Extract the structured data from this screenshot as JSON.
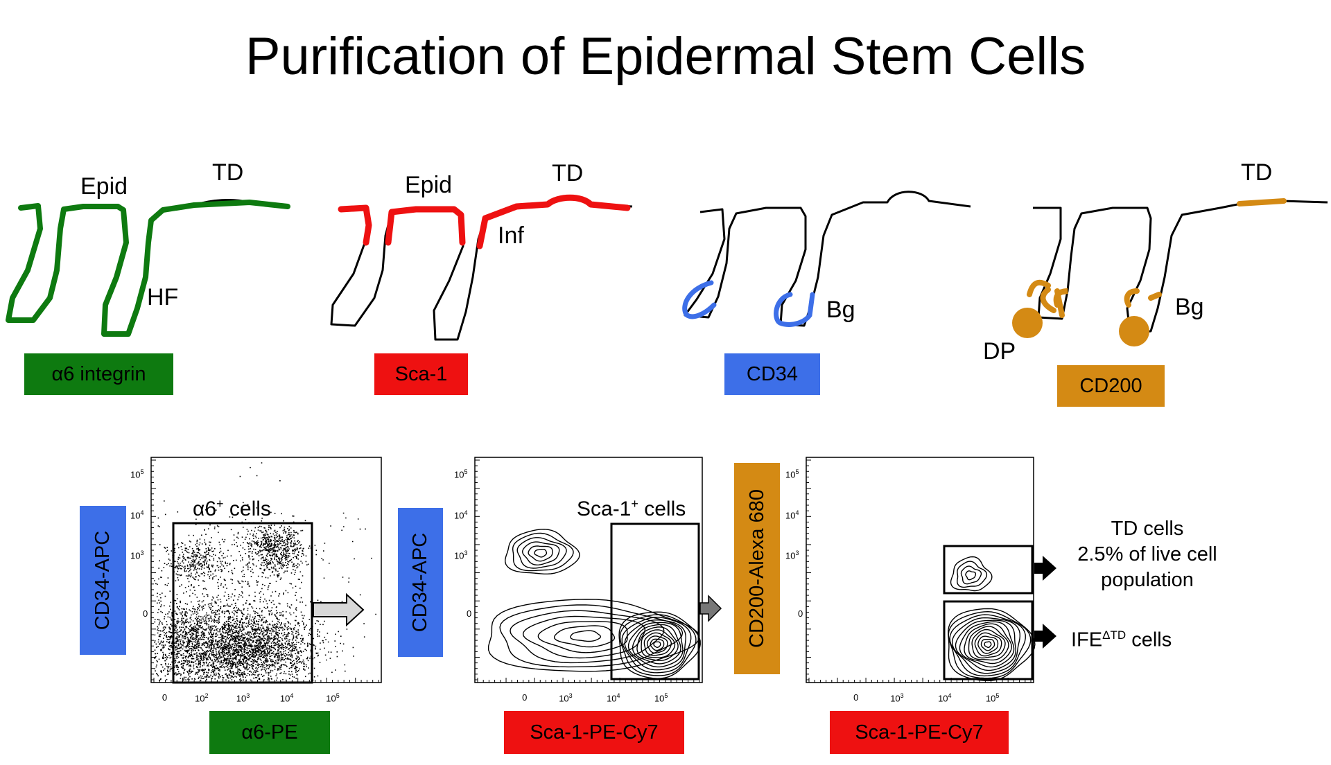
{
  "title": "Purification of Epidermal Stem Cells",
  "colors": {
    "green": "#0e7a10",
    "red": "#ee1111",
    "blue": "#3d6fe8",
    "orange": "#d48a14",
    "black": "#000000"
  },
  "schematics": [
    {
      "marker": "α6 integrin",
      "color": "green",
      "labels": {
        "epid": "Epid",
        "td": "TD",
        "hf": "HF"
      }
    },
    {
      "marker": "Sca-1",
      "color": "red",
      "labels": {
        "epid": "Epid",
        "td": "TD",
        "inf": "Inf"
      }
    },
    {
      "marker": "CD34",
      "color": "blue",
      "labels": {
        "bg": "Bg"
      }
    },
    {
      "marker": "CD200",
      "color": "orange",
      "labels": {
        "td": "TD",
        "bg": "Bg",
        "dp": "DP"
      }
    }
  ],
  "plots": [
    {
      "type": "dot-plot",
      "y_axis_label": "CD34-APC",
      "x_axis_label": "α6-PE",
      "y_ticks": [
        "10^5",
        "10^4",
        "10^3",
        "0"
      ],
      "x_ticks": [
        "0",
        "10^2",
        "10^3",
        "10^4",
        "10^5"
      ],
      "gate": {
        "name": "α6",
        "sup": "+",
        "suffix": " cells"
      }
    },
    {
      "type": "contour-plot",
      "y_axis_label": "CD34-APC",
      "x_axis_label": "Sca-1-PE-Cy7",
      "y_ticks": [
        "10^5",
        "10^4",
        "10^3",
        "0"
      ],
      "x_ticks": [
        "0",
        "10^3",
        "10^4",
        "10^5"
      ],
      "gate": {
        "name": "Sca-1",
        "sup": "+",
        "suffix": " cells"
      }
    },
    {
      "type": "contour-plot",
      "y_axis_label": "CD200-Alexa 680",
      "x_axis_label": "Sca-1-PE-Cy7",
      "y_ticks": [
        "10^5",
        "10^4",
        "10^3",
        "0"
      ],
      "x_ticks": [
        "0",
        "10^3",
        "10^4",
        "10^5"
      ],
      "populations": [
        {
          "lines": [
            "TD cells",
            "2.5% of live cell",
            "population"
          ]
        },
        {
          "name": "IFE",
          "sup": "ΔTD",
          "suffix": " cells"
        }
      ]
    }
  ]
}
